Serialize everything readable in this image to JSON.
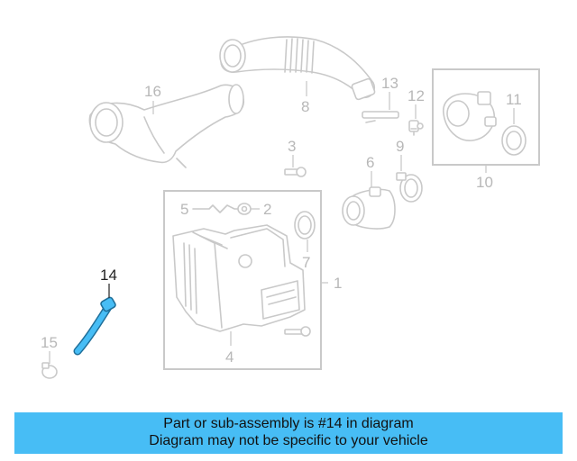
{
  "diagram": {
    "callouts": [
      "1",
      "2",
      "3",
      "4",
      "5",
      "6",
      "7",
      "8",
      "9",
      "10",
      "11",
      "12",
      "13",
      "14",
      "15",
      "16"
    ],
    "highlighted_part": "14",
    "highlight_color": "#47bdf5",
    "part_color": "#c9c9c9"
  },
  "banner": {
    "line1": "Part or sub-assembly is #14 in diagram",
    "line2": "Diagram may not be specific to your vehicle",
    "background": "#47bdf5"
  }
}
